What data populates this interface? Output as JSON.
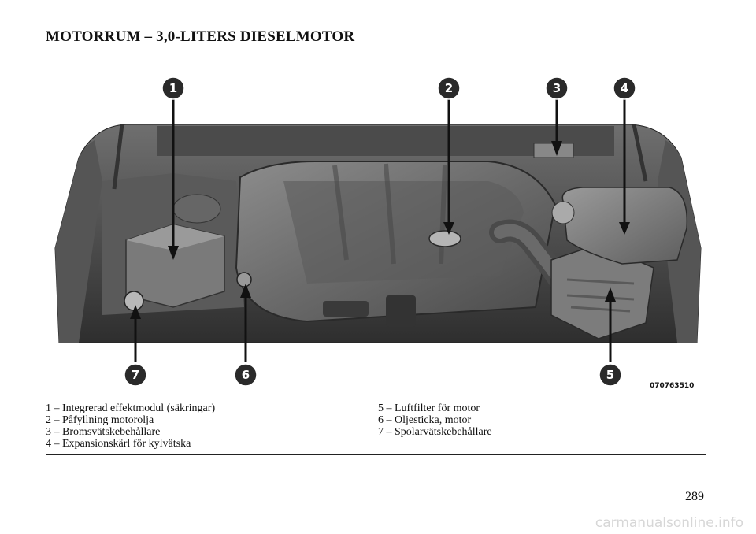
{
  "page": {
    "title": "MOTORRUM – 3,0-LITERS DIESELMOTOR",
    "page_number": "289",
    "watermark": "carmanualsonline.info"
  },
  "figure": {
    "code": "070763510",
    "callouts": [
      {
        "number": "1",
        "target": "integrated-power-module"
      },
      {
        "number": "2",
        "target": "oil-fill-cap"
      },
      {
        "number": "3",
        "target": "brake-fluid-reservoir"
      },
      {
        "number": "4",
        "target": "coolant-expansion-tank"
      },
      {
        "number": "5",
        "target": "air-filter"
      },
      {
        "number": "6",
        "target": "oil-dipstick"
      },
      {
        "number": "7",
        "target": "washer-fluid-reservoir"
      }
    ]
  },
  "legend": {
    "left": [
      "1 – Integrerad effektmodul (säkringar)",
      "2 – Påfyllning motorolja",
      "3 – Bromsvätskebehållare",
      "4 – Expansionskärl för kylvätska"
    ],
    "right": [
      "5 – Luftfilter för motor",
      "6 – Oljesticka, motor",
      "7 – Spolarvätskebehållare"
    ]
  },
  "colors": {
    "callout_fill": "#2a2a2a",
    "engine_dark": "#3a3a3a",
    "engine_mid": "#7a7a7a",
    "engine_light": "#b5b5b5"
  }
}
